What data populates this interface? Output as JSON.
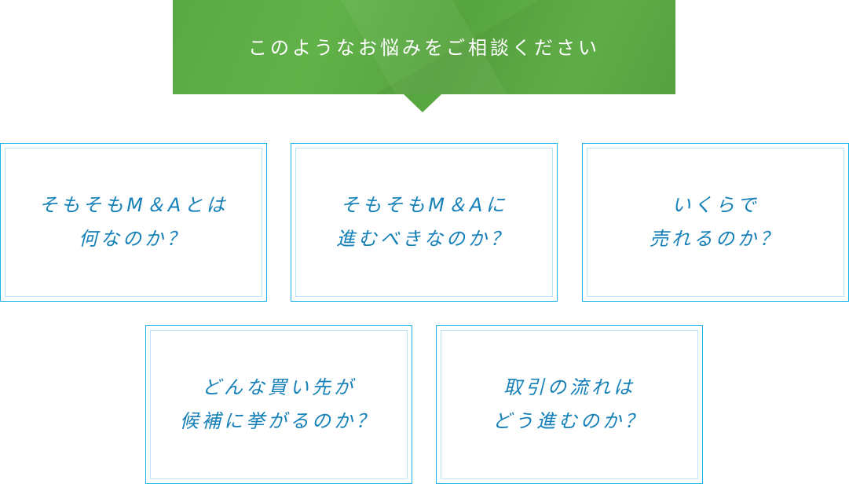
{
  "banner": {
    "title": "このようなお悩みをご相談ください"
  },
  "cards": [
    {
      "lines": [
        "そもそもM＆Aとは",
        "何なのか？"
      ]
    },
    {
      "lines": [
        "そもそもM＆Aに",
        "進むべきなのか？"
      ]
    },
    {
      "lines": [
        "いくらで",
        "売れるのか？"
      ]
    },
    {
      "lines": [
        "どんな買い先が",
        "候補に挙がるのか？"
      ]
    },
    {
      "lines": [
        "取引の流れは",
        "どう進むのか？"
      ]
    }
  ]
}
